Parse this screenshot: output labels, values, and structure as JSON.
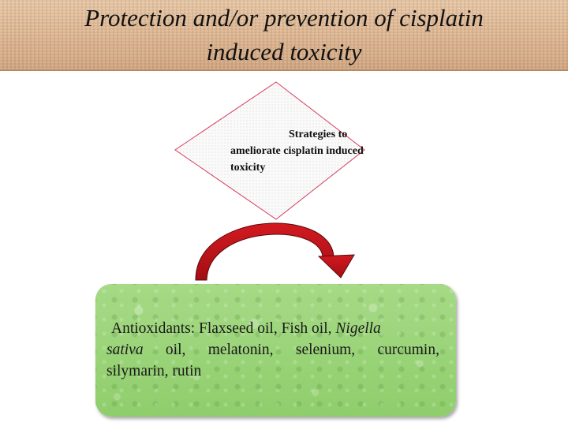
{
  "title": {
    "line1": "Protection and/or prevention of cisplatin",
    "line2": "induced toxicity"
  },
  "diamond": {
    "line1": "Strategies to",
    "line2": "ameliorate cisplatin induced",
    "line3": "toxicity"
  },
  "box": {
    "line1": {
      "prefix": "Antioxidants: Flaxseed oil, Fish oil, ",
      "italic": "Nigella"
    },
    "line2": {
      "italic": "sativa",
      "w1": "oil,",
      "w2": "melatonin,",
      "w3": "selenium,",
      "w4": "curcumin,"
    },
    "line3": "silymarin, rutin"
  },
  "colors": {
    "banner": "#dcb28c",
    "diamond_fill": "#f5f5f5",
    "diamond_border": "#d63a5a",
    "arrow": "#c0161c",
    "box_fill": "#95d271"
  }
}
